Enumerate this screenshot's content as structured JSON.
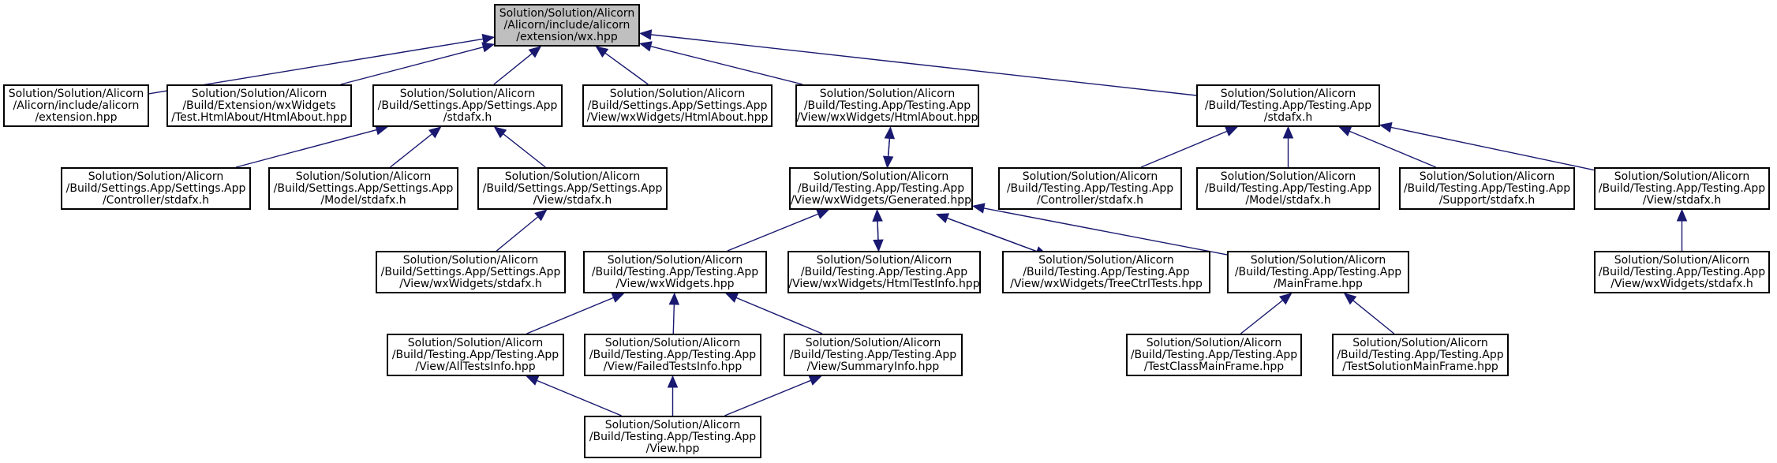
{
  "graph": {
    "colors": {
      "edge": "#191970",
      "root_fill": "#bfbfbf",
      "node_fill": "#ffffff",
      "border": "#000000"
    },
    "nodes": [
      {
        "id": "root",
        "lines": [
          "Solution/Solution/Alicorn",
          "/Alicorn/include/alicorn",
          "/extension/wx.hpp"
        ]
      },
      {
        "id": "n1",
        "lines": [
          "Solution/Solution/Alicorn",
          "/Alicorn/include/alicorn",
          "/extension.hpp"
        ]
      },
      {
        "id": "n2",
        "lines": [
          "Solution/Solution/Alicorn",
          "/Build/Extension/wxWidgets",
          "/Test.HtmlAbout/HtmlAbout.hpp"
        ]
      },
      {
        "id": "n3",
        "lines": [
          "Solution/Solution/Alicorn",
          "/Build/Settings.App/Settings.App",
          "/stdafx.h"
        ]
      },
      {
        "id": "n4",
        "lines": [
          "Solution/Solution/Alicorn",
          "/Build/Settings.App/Settings.App",
          "/View/wxWidgets/HtmlAbout.hpp"
        ]
      },
      {
        "id": "n5",
        "lines": [
          "Solution/Solution/Alicorn",
          "/Build/Testing.App/Testing.App",
          "/View/wxWidgets/HtmlAbout.hpp"
        ]
      },
      {
        "id": "n6",
        "lines": [
          "Solution/Solution/Alicorn",
          "/Build/Testing.App/Testing.App",
          "/stdafx.h"
        ]
      },
      {
        "id": "n7",
        "lines": [
          "Solution/Solution/Alicorn",
          "/Build/Settings.App/Settings.App",
          "/Controller/stdafx.h"
        ]
      },
      {
        "id": "n8",
        "lines": [
          "Solution/Solution/Alicorn",
          "/Build/Settings.App/Settings.App",
          "/Model/stdafx.h"
        ]
      },
      {
        "id": "n9",
        "lines": [
          "Solution/Solution/Alicorn",
          "/Build/Settings.App/Settings.App",
          "/View/stdafx.h"
        ]
      },
      {
        "id": "n10",
        "lines": [
          "Solution/Solution/Alicorn",
          "/Build/Testing.App/Testing.App",
          "/View/wxWidgets/Generated.hpp"
        ]
      },
      {
        "id": "n11",
        "lines": [
          "Solution/Solution/Alicorn",
          "/Build/Testing.App/Testing.App",
          "/Controller/stdafx.h"
        ]
      },
      {
        "id": "n12",
        "lines": [
          "Solution/Solution/Alicorn",
          "/Build/Testing.App/Testing.App",
          "/Model/stdafx.h"
        ]
      },
      {
        "id": "n13",
        "lines": [
          "Solution/Solution/Alicorn",
          "/Build/Testing.App/Testing.App",
          "/Support/stdafx.h"
        ]
      },
      {
        "id": "n14",
        "lines": [
          "Solution/Solution/Alicorn",
          "/Build/Testing.App/Testing.App",
          "/View/stdafx.h"
        ]
      },
      {
        "id": "n15",
        "lines": [
          "Solution/Solution/Alicorn",
          "/Build/Settings.App/Settings.App",
          "/View/wxWidgets/stdafx.h"
        ]
      },
      {
        "id": "n16",
        "lines": [
          "Solution/Solution/Alicorn",
          "/Build/Testing.App/Testing.App",
          "/View/wxWidgets.hpp"
        ]
      },
      {
        "id": "n17",
        "lines": [
          "Solution/Solution/Alicorn",
          "/Build/Testing.App/Testing.App",
          "/View/wxWidgets/HtmlTestInfo.hpp"
        ]
      },
      {
        "id": "n18",
        "lines": [
          "Solution/Solution/Alicorn",
          "/Build/Testing.App/Testing.App",
          "/View/wxWidgets/TreeCtrlTests.hpp"
        ]
      },
      {
        "id": "n19",
        "lines": [
          "Solution/Solution/Alicorn",
          "/Build/Testing.App/Testing.App",
          "/MainFrame.hpp"
        ]
      },
      {
        "id": "n20",
        "lines": [
          "Solution/Solution/Alicorn",
          "/Build/Testing.App/Testing.App",
          "/View/wxWidgets/stdafx.h"
        ]
      },
      {
        "id": "n21",
        "lines": [
          "Solution/Solution/Alicorn",
          "/Build/Testing.App/Testing.App",
          "/View/AllTestsInfo.hpp"
        ]
      },
      {
        "id": "n22",
        "lines": [
          "Solution/Solution/Alicorn",
          "/Build/Testing.App/Testing.App",
          "/View/FailedTestsInfo.hpp"
        ]
      },
      {
        "id": "n23",
        "lines": [
          "Solution/Solution/Alicorn",
          "/Build/Testing.App/Testing.App",
          "/View/SummaryInfo.hpp"
        ]
      },
      {
        "id": "n24",
        "lines": [
          "Solution/Solution/Alicorn",
          "/Build/Testing.App/Testing.App",
          "/TestClassMainFrame.hpp"
        ]
      },
      {
        "id": "n25",
        "lines": [
          "Solution/Solution/Alicorn",
          "/Build/Testing.App/Testing.App",
          "/TestSolutionMainFrame.hpp"
        ]
      },
      {
        "id": "n26",
        "lines": [
          "Solution/Solution/Alicorn",
          "/Build/Testing.App/Testing.App",
          "/View.hpp"
        ]
      }
    ],
    "edges": [
      {
        "from": "n1",
        "to": "root"
      },
      {
        "from": "n2",
        "to": "root"
      },
      {
        "from": "n3",
        "to": "root"
      },
      {
        "from": "n4",
        "to": "root"
      },
      {
        "from": "n5",
        "to": "root"
      },
      {
        "from": "n6",
        "to": "root"
      },
      {
        "from": "n7",
        "to": "n3"
      },
      {
        "from": "n8",
        "to": "n3"
      },
      {
        "from": "n9",
        "to": "n3"
      },
      {
        "from": "n15",
        "to": "n9"
      },
      {
        "from": "n10",
        "to": "n5"
      },
      {
        "from": "n5",
        "to": "n10"
      },
      {
        "from": "n11",
        "to": "n6"
      },
      {
        "from": "n12",
        "to": "n6"
      },
      {
        "from": "n13",
        "to": "n6"
      },
      {
        "from": "n14",
        "to": "n6"
      },
      {
        "from": "n20",
        "to": "n14"
      },
      {
        "from": "n16",
        "to": "n10"
      },
      {
        "from": "n17",
        "to": "n10"
      },
      {
        "from": "n10",
        "to": "n17"
      },
      {
        "from": "n18",
        "to": "n10"
      },
      {
        "from": "n10",
        "to": "n18"
      },
      {
        "from": "n19",
        "to": "n10"
      },
      {
        "from": "n21",
        "to": "n16"
      },
      {
        "from": "n22",
        "to": "n16"
      },
      {
        "from": "n23",
        "to": "n16"
      },
      {
        "from": "n24",
        "to": "n19"
      },
      {
        "from": "n25",
        "to": "n19"
      },
      {
        "from": "n26",
        "to": "n21"
      },
      {
        "from": "n26",
        "to": "n22"
      },
      {
        "from": "n26",
        "to": "n23"
      }
    ]
  }
}
